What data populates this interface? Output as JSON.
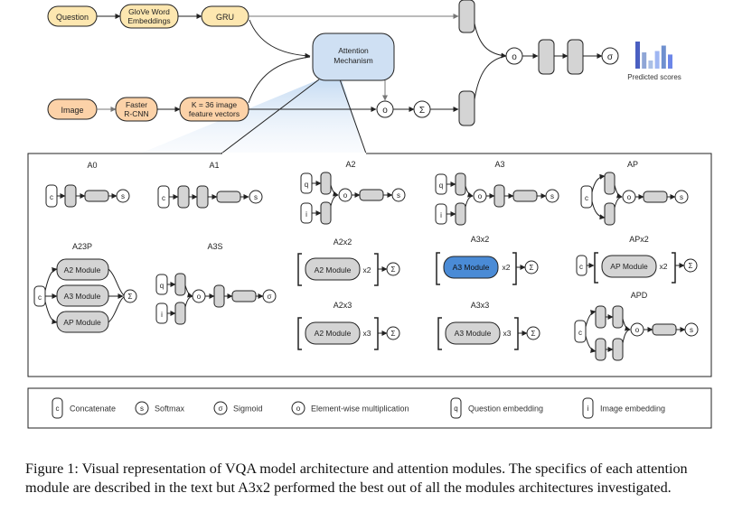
{
  "pipeline": {
    "question": "Question",
    "glove": [
      "GloVe Word",
      "Embeddings"
    ],
    "gru": "GRU",
    "image": "Image",
    "faster_rcnn": [
      "Faster",
      "R-CNN"
    ],
    "features": [
      "K = 36 image",
      "feature vectors"
    ],
    "attention": [
      "Attention",
      "Mechanism"
    ],
    "ops": {
      "mult": "o",
      "sum": "Σ",
      "sigmoid": "σ"
    },
    "predicted_scores": "Predicted scores",
    "score_bars": [
      1.0,
      0.6,
      0.3,
      0.65,
      0.85,
      0.52
    ]
  },
  "modules": {
    "A0": "A0",
    "A1": "A1",
    "A2": "A2",
    "A3": "A3",
    "AP": "AP",
    "A23P": "A23P",
    "A3S": "A3S",
    "A2x2": "A2x2",
    "A3x2": "A3x2",
    "APx2": "APx2",
    "A2x3": "A2x3",
    "A3x3": "A3x3",
    "APD": "APD",
    "a2_module": "A2 Module",
    "a3_module": "A3 Module",
    "ap_module": "AP Module",
    "x2": "x2",
    "x3": "x3",
    "c": "c",
    "q": "q",
    "i": "i",
    "s": "s",
    "o": "o",
    "sigma": "σ",
    "sum": "Σ"
  },
  "legend": [
    {
      "symbol": "c",
      "label": "Concatenate",
      "shape": "rect"
    },
    {
      "symbol": "s",
      "label": "Softmax",
      "shape": "circle"
    },
    {
      "symbol": "σ",
      "label": "Sigmoid",
      "shape": "circle"
    },
    {
      "symbol": "o",
      "label": "Element-wise multiplication",
      "shape": "circle"
    },
    {
      "symbol": "q",
      "label": "Question embedding",
      "shape": "rect"
    },
    {
      "symbol": "i",
      "label": "Image embedding",
      "shape": "rect"
    }
  ],
  "colors": {
    "question_fill": "#fde7b0",
    "image_fill": "#fcd2a8",
    "attention_fill": "#cfe0f3",
    "layer_fill": "#d4d4d4",
    "highlight_fill": "#4a8bd6",
    "bar_colors": [
      "#4a5fc1",
      "#8fa6d6",
      "#aabfe6",
      "#9fb6f2",
      "#6f90cf",
      "#6c86e8"
    ]
  },
  "caption": "Figure 1: Visual representation of VQA model architecture and attention modules. The specifics of each attention module are described in the text but A3x2 performed the best out of all the modules architectures investigated."
}
